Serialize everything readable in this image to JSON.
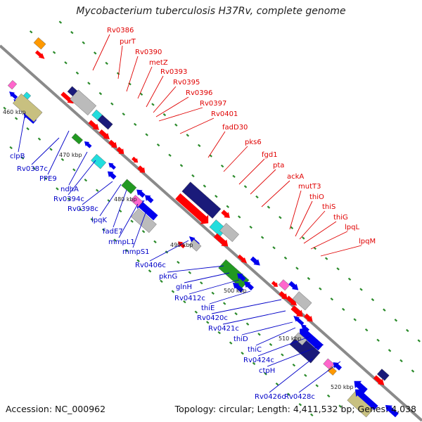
{
  "title": "Mycobacterium tuberculosis H37Rv, complete genome",
  "footer": {
    "accession": "Accession: NC_000962",
    "summary": "Topology: circular; Length: 4,411,532 bp; Genes: 4,038"
  },
  "scale_ticks": [
    "460 kbp",
    "470 kbp",
    "480 kbp",
    "490 kbp",
    "500 kbp",
    "510 kbp",
    "520 kbp"
  ],
  "forward_labels": [
    "Rv0386",
    "purT",
    "Rv0390",
    "metZ",
    "Rv0393",
    "Rv0395",
    "Rv0396",
    "Rv0397",
    "Rv0401",
    "fadD30",
    "pks6",
    "fgd1",
    "pta",
    "ackA",
    "mutT3",
    "thiO",
    "thiS",
    "thiG",
    "lpqL",
    "lpqM"
  ],
  "reverse_labels": [
    "clpB",
    "Rv0387c",
    "PPE9",
    "ndhA",
    "Rv0394c",
    "Rv0398c",
    "lpqK",
    "fadE7",
    "mmpL1",
    "mmpS1",
    "Rv0406c",
    "pknG",
    "glnH",
    "Rv0412c",
    "thiE",
    "Rv0420c",
    "Rv0421c",
    "thiD",
    "thiC",
    "Rv0424c",
    "ctpH",
    "Rv0426c",
    "Rv0428c"
  ],
  "colors": {
    "forward_label": "#e00000",
    "reverse_label": "#0000c8",
    "backbone": "#888888",
    "gene_red": "#ff0000",
    "gene_blue": "#0000ee",
    "gene_grey": "#bbbbbb",
    "gene_cyan": "#22dddd",
    "gene_navy": "#1a1a7a",
    "gene_olive": "#c8c080",
    "gene_green": "#229922",
    "gene_orange": "#ff9900",
    "gene_pink": "#ff66cc"
  }
}
